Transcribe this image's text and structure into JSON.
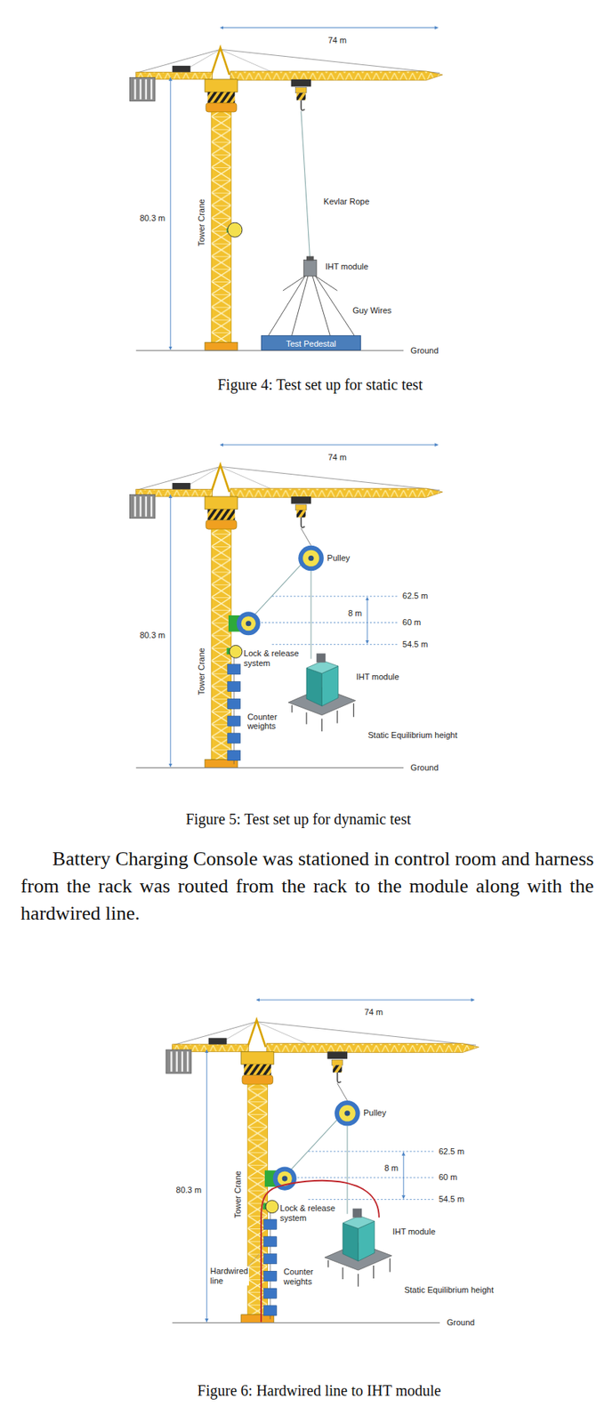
{
  "diagram": {
    "nodes": [
      {
        "text": [
          "Test Pedestal"
        ]
      }
    ],
    "labels": [
      "74 m",
      "80.3 m",
      "Tower Crane",
      "Kevlar Rope",
      "IHT module",
      "Guy Wires",
      "Ground",
      "Figure 4: Test set up for static test",
      "74 m",
      "Pulley",
      "62.5 m",
      "8 m",
      "60 m",
      "80.3 m",
      "Tower Crane",
      "54.5 m",
      "Lock & release system",
      "IHT module",
      "Counter weights",
      "Static Equilibrium height",
      "Ground",
      "Figure 5: Test set up for dynamic test",
      "Battery Charging Console was stationed in control room and harness from the rack was routed from the rack to the module along with the hardwired line.",
      "74 m",
      "Pulley",
      "62.5 m",
      "8 m",
      "60 m",
      "80.3 m",
      "Tower Crane",
      "54.5 m",
      "Lock & release system",
      "IHT module",
      "Hardwired line",
      "Counter weights",
      "Static Equilibrium height",
      "Ground",
      "Figure 6: Hardwired line to IHT module"
    ]
  }
}
